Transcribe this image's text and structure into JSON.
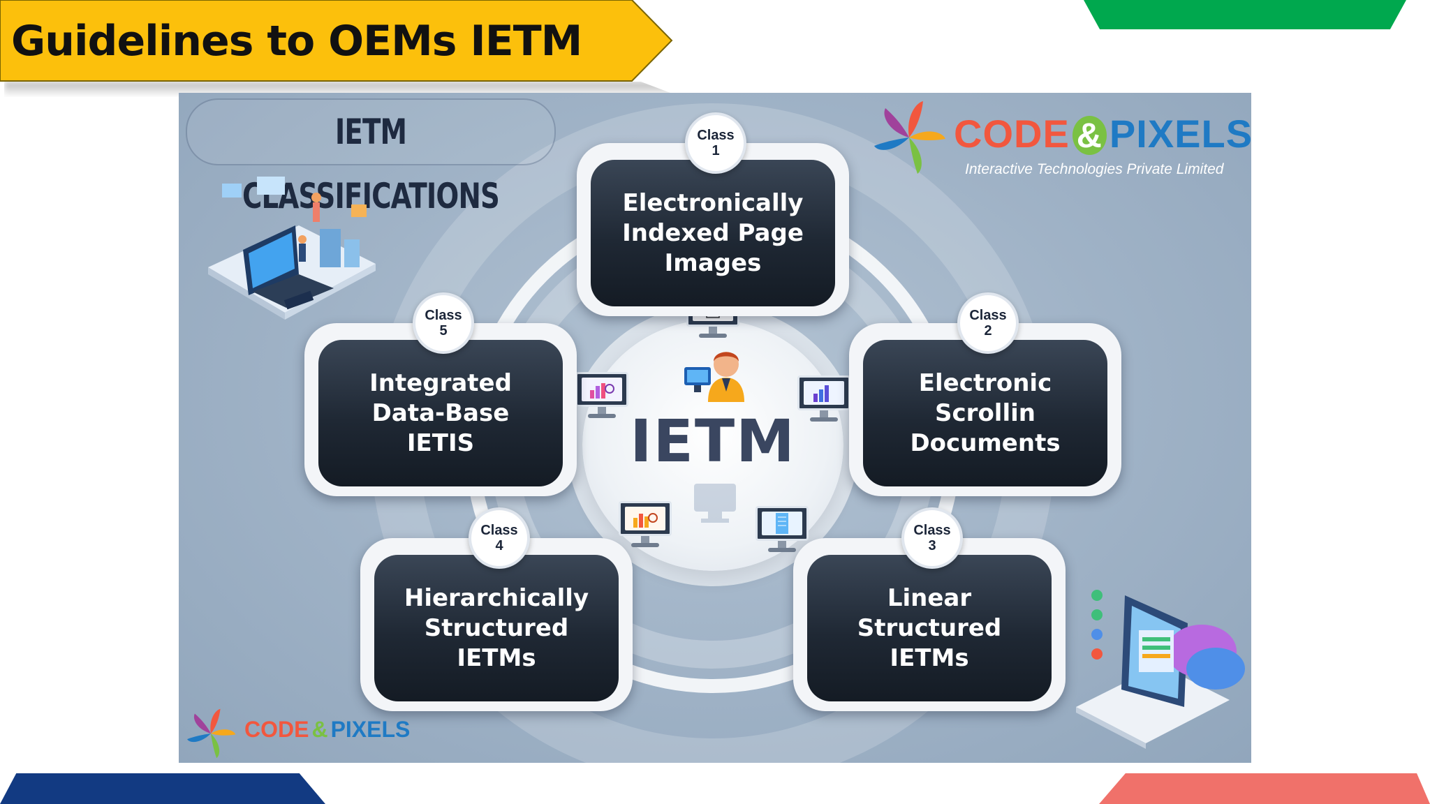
{
  "slide": {
    "title": "Guidelines to OEMs IETM"
  },
  "panel": {
    "heading": "IETM CLASSIFICATIONS",
    "center_label": "IETM",
    "brand": {
      "code": "CODE",
      "amp": "&",
      "pixels": "PIXELS",
      "subtitle": "Interactive Technologies Private Limited"
    },
    "brand_small": {
      "code": "CODE",
      "amp": "&",
      "pixels": "PIXELS"
    },
    "classes": [
      {
        "badge": "Class",
        "number": "1",
        "text": "Electronically\nIndexed Page\nImages"
      },
      {
        "badge": "Class",
        "number": "2",
        "text": "Electronic\nScrollin\nDocuments"
      },
      {
        "badge": "Class",
        "number": "3",
        "text": "Linear\nStructured\nIETMs"
      },
      {
        "badge": "Class",
        "number": "4",
        "text": "Hierarchically\nStructured\nIETMs"
      },
      {
        "badge": "Class",
        "number": "5",
        "text": "Integrated\nData-Base\nIETIS"
      }
    ]
  },
  "colors": {
    "title_banner": "#fcc00c",
    "corner_green": "#00a84e",
    "corner_blue": "#123a82",
    "corner_red": "#f0716a",
    "panel_bg": "#9fb2c6",
    "card_dark": "#1f2834",
    "brand_code": "#f2573e",
    "brand_pixels": "#1f7ac4",
    "brand_amp": "#7ac143"
  },
  "icons": [
    "pinwheel-logo-icon",
    "laptop-isometric-illustration",
    "cloud-laptop-illustration",
    "user-at-computer-icon",
    "monitor-document-icon",
    "monitor-chart-icon",
    "monitor-analytics-icon",
    "monitor-list-icon"
  ]
}
